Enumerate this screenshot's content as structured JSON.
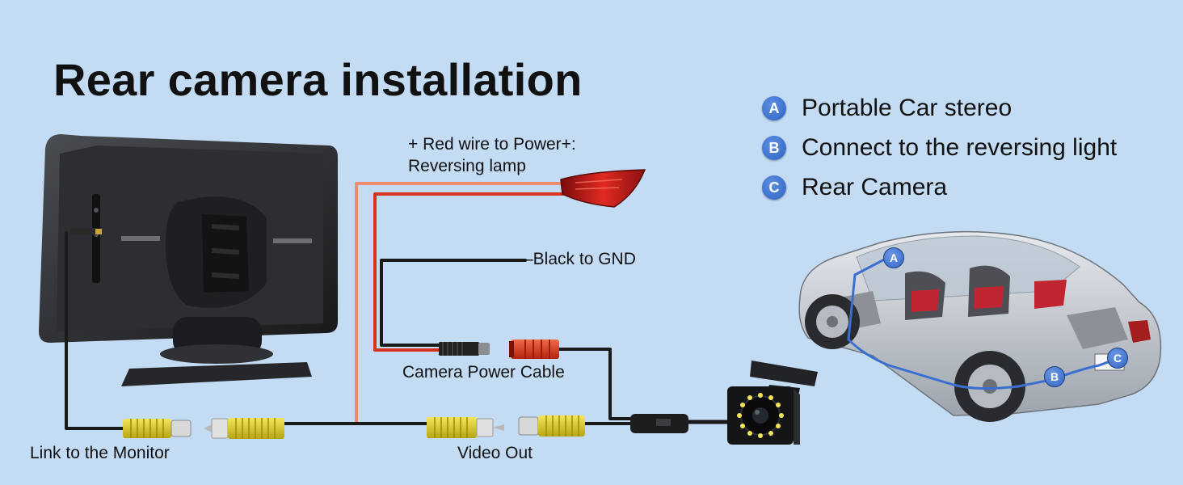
{
  "title": "Rear camera installation",
  "labels": {
    "red_wire_line1": "+ Red wire to Power+:",
    "red_wire_line2": "Reversing lamp",
    "black_wire": "–Black to GND",
    "power_cable": "Camera Power Cable",
    "link_monitor": "Link to the Monitor",
    "video_out": "Video Out"
  },
  "legend": [
    {
      "badge": "A",
      "text": "Portable Car stereo"
    },
    {
      "badge": "B",
      "text": "Connect to the reversing light"
    },
    {
      "badge": "C",
      "text": "Rear Camera"
    }
  ],
  "car_markers": [
    "A",
    "B",
    "C"
  ],
  "colors": {
    "background": "#c3dcf3",
    "badge": "#2d63c4",
    "red_wire": "#d8321f",
    "salmon_wire": "#ee8a70",
    "black_wire": "#1a1a1a",
    "rca_yellow": "#e4d22a",
    "route_blue": "#3a6fd0"
  }
}
